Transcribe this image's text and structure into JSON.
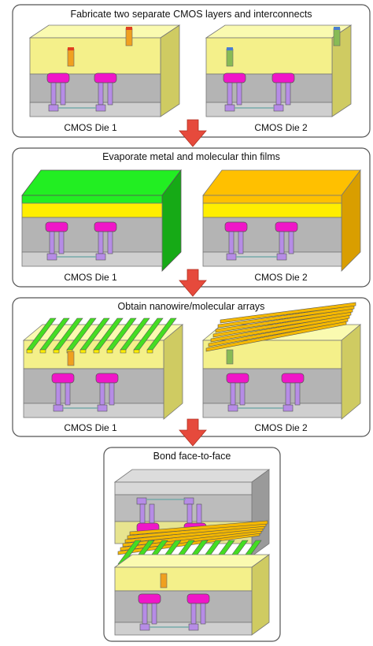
{
  "steps": [
    {
      "title": "Fabricate two separate CMOS layers and interconnects",
      "die1_label": "CMOS Die 1",
      "die2_label": "CMOS Die 2"
    },
    {
      "title": "Evaporate metal and molecular thin films",
      "die1_label": "CMOS Die 1",
      "die2_label": "CMOS Die 2"
    },
    {
      "title": "Obtain nanowire/molecular arrays",
      "die1_label": "CMOS Die 1",
      "die2_label": "CMOS Die 2"
    },
    {
      "title": "Bond face-to-face"
    }
  ],
  "colors": {
    "panel_border": "#555555",
    "panel_fill": "#ffffff",
    "arrow": "#e64a3c",
    "oxide_yellow": "#f4f08a",
    "oxide_yellow_top": "#fafab0",
    "oxide_yellow_side": "#d8d45c",
    "cmos_gray": "#b4b4b4",
    "cmos_gray_top": "#d0d0d0",
    "cmos_gray_side": "#8c8c8c",
    "substrate_gray": "#c8c8c8",
    "transistor_purple": "#b68ce6",
    "via_pink": "#f016c8",
    "metal_green": "#22ee22",
    "metal_green_side": "#16aa16",
    "molecular_yellow": "#ffee00",
    "orange_film": "#ffc000",
    "orange_film_side": "#d99e00",
    "nanowire_green": "#44dd22",
    "nanowire_orange": "#f5b800",
    "interconnect_orange": "#f0a020",
    "interconnect_blue": "#4a7ecf",
    "interconnect_green": "#88bb55"
  }
}
